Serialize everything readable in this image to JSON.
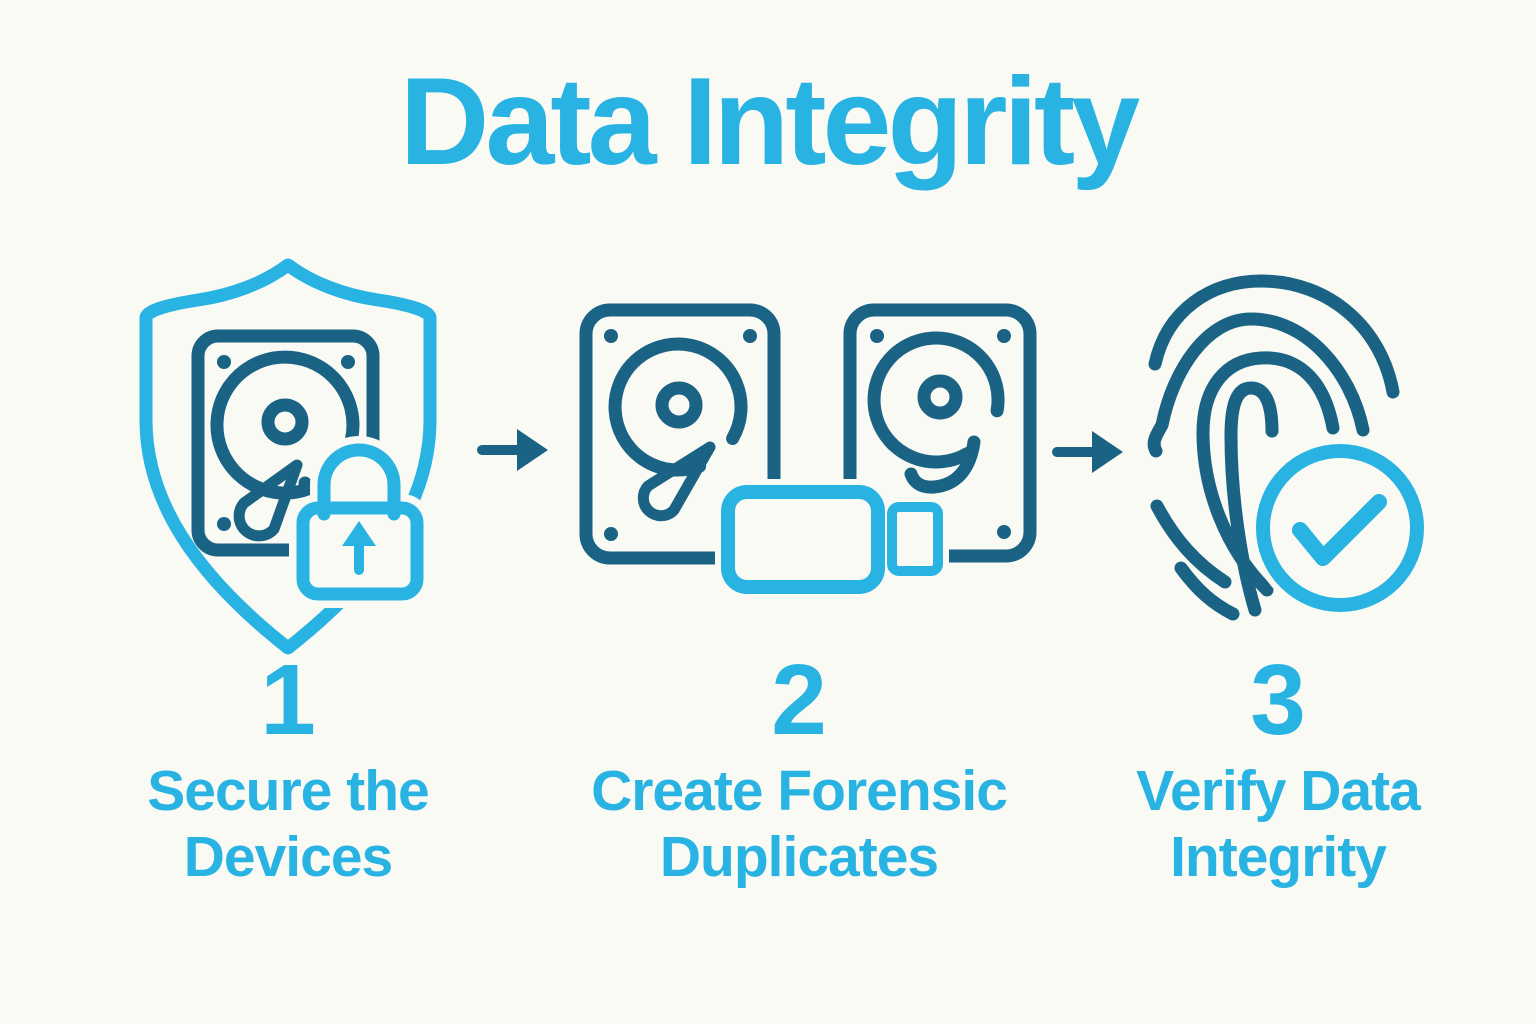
{
  "title": "Data Integrity",
  "colors": {
    "background": "#F9FAF4",
    "accent_cyan": "#29B3E3",
    "dark_teal": "#1A6384"
  },
  "steps": [
    {
      "number": "1",
      "label_line1": "Secure the",
      "label_line2": "Devices",
      "icon": "shield-harddrive-lock-icon"
    },
    {
      "number": "2",
      "label_line1": "Create Forensic",
      "label_line2": "Duplicates",
      "icon": "dual-harddrives-usb-icon"
    },
    {
      "number": "3",
      "label_line1": "Verify Data",
      "label_line2": "Integrity",
      "icon": "fingerprint-checkmark-icon"
    }
  ],
  "arrows": [
    {
      "icon": "right-arrow-icon"
    },
    {
      "icon": "right-arrow-icon"
    }
  ]
}
